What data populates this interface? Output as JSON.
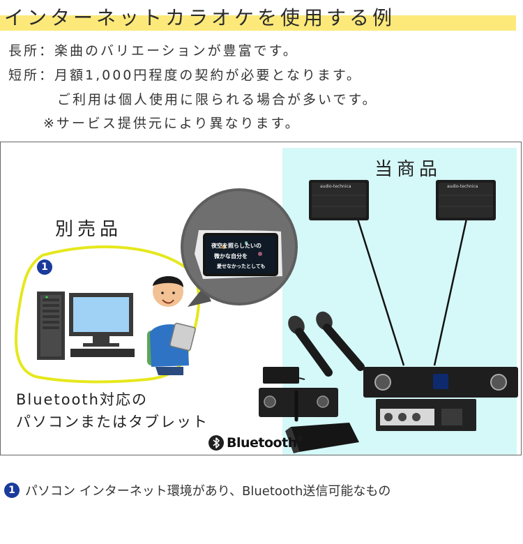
{
  "header": {
    "title": "インターネットカラオケを使用する例"
  },
  "info": {
    "line1": "長所：楽曲のバリエーションが豊富です。",
    "line2": "短所：月額1,000円程度の契約が必要となります。",
    "line3": "ご利用は個人使用に限られる場合が多いです。",
    "line4": "※サービス提供元により異なります。"
  },
  "diagram": {
    "product_label": "当商品",
    "separate_label": "別売品",
    "badge_number": "1",
    "device_label_line1": "Bluetooth対応の",
    "device_label_line2": "パソコンまたはタブレット",
    "bluetooth_logo": "Bluetooth",
    "bluetooth_mark": "®",
    "speaker_brand": "audio-technica",
    "lyrics": [
      "夜空を照らしたいの",
      "微かな自分を",
      "愛せなかったとしても"
    ]
  },
  "footer": {
    "badge_number": "1",
    "text": "パソコン インターネット環境があり、Bluetooth送信可能なもの"
  },
  "colors": {
    "title_highlight": "#fce97a",
    "product_area": "#d5f8f8",
    "separate_outline": "#e5e81c",
    "badge": "#1a3a9c",
    "device_dark": "#1f1f1f"
  }
}
